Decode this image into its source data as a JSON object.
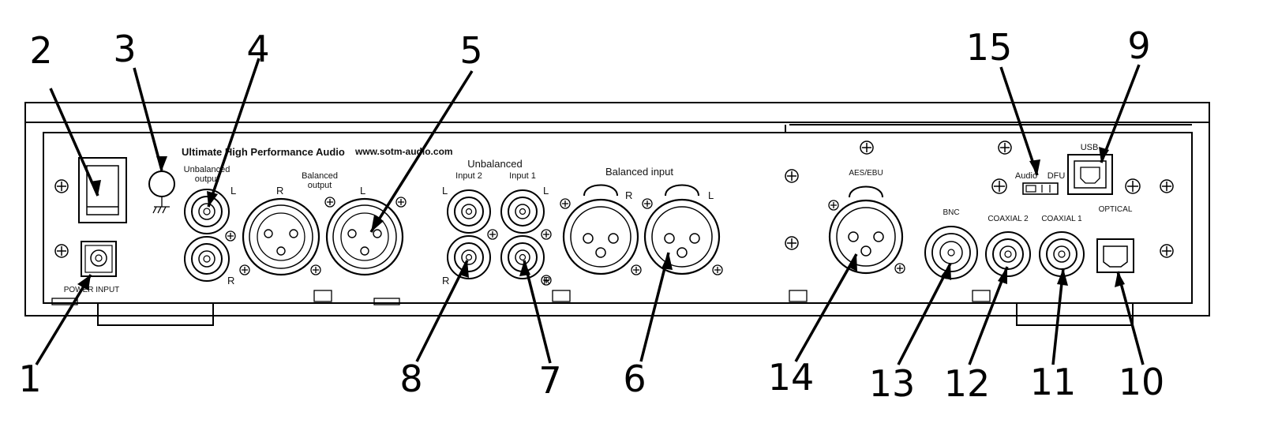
{
  "panel": {
    "brand": "Ultimate High Performance Audio",
    "website": "www.sotm-audio.com"
  },
  "labels": {
    "unbalanced_output": "Unbalanced\noutput",
    "balanced_output": "Balanced\noutput",
    "unbalanced": "Unbalanced",
    "input2": "Input 2",
    "input1": "Input 1",
    "balanced_input": "Balanced input",
    "aes_ebu": "AES/EBU",
    "bnc": "BNC",
    "coaxial2": "COAXIAL 2",
    "coaxial1": "COAXIAL 1",
    "optical": "OPTICAL",
    "usb": "USB",
    "audio": "Audio",
    "dfu": "DFU",
    "power_input": "POWER INPUT",
    "L": "L",
    "R": "R"
  },
  "callouts": [
    "1",
    "2",
    "3",
    "4",
    "5",
    "6",
    "7",
    "8",
    "9",
    "10",
    "11",
    "12",
    "13",
    "14",
    "15"
  ]
}
